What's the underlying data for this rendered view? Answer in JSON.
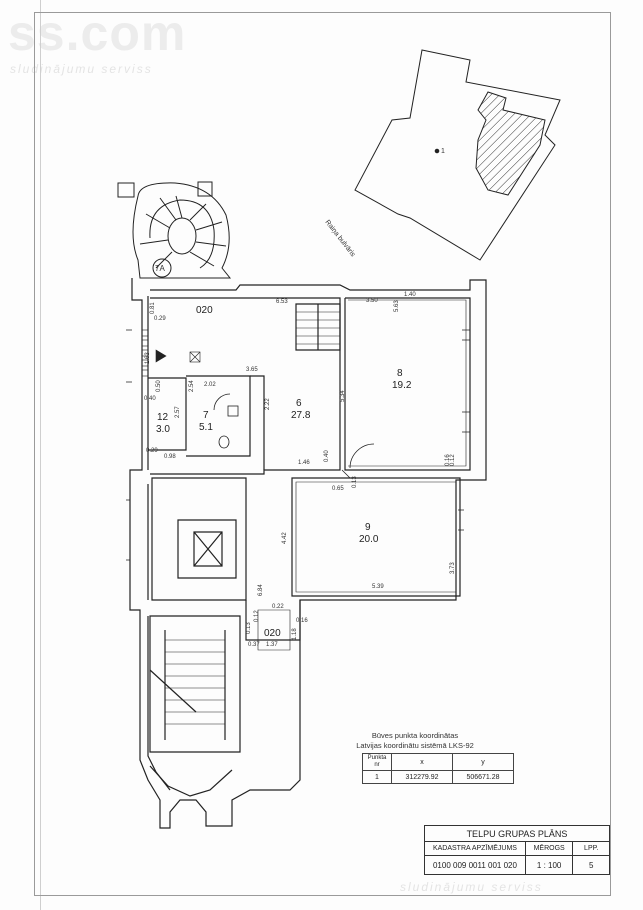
{
  "watermark": {
    "brand": "ss.com",
    "tagline": "sludinājumu serviss"
  },
  "site": {
    "building_marker": "1",
    "street_label": "Raiņa bulvāris"
  },
  "rooms": [
    {
      "id": "020-top",
      "number": "020",
      "area": ""
    },
    {
      "id": "6",
      "number": "6",
      "area": "27.8"
    },
    {
      "id": "7",
      "number": "7",
      "area": "5.1"
    },
    {
      "id": "8",
      "number": "8",
      "area": "19.2"
    },
    {
      "id": "9",
      "number": "9",
      "area": "20.0"
    },
    {
      "id": "12",
      "number": "12",
      "area": "3.0"
    },
    {
      "id": "020-bottom",
      "number": "020",
      "area": ""
    },
    {
      "id": "7A",
      "number": "7A",
      "area": ""
    }
  ],
  "dimensions": [
    "6.53",
    "3.50",
    "5.63",
    "1.40",
    "0.81",
    "0.29",
    "1.63",
    "0.50",
    "0.40",
    "2.02",
    "2.54",
    "3.65",
    "2.57",
    "2.22",
    "5.34",
    "0.98",
    "0.29",
    "1.46",
    "0.40",
    "0.65",
    "0.13",
    "0.12",
    "0.16",
    "4.42",
    "3.73",
    "5.39",
    "6.84",
    "0.22",
    "0.16",
    "1.37",
    "0.37",
    "0.12",
    "1.18",
    "0.13"
  ],
  "coordinates": {
    "caption_line1": "Būves punkta koordinātas",
    "caption_line2": "Latvijas koordinātu sistēmā LKS-92",
    "headers": [
      "Punkta nr",
      "x",
      "y"
    ],
    "row": [
      "1",
      "312279.92",
      "506671.28"
    ]
  },
  "title_block": {
    "title": "TELPU GRUPAS PLĀNS",
    "h_cadastre": "KADASTRA APZĪMĒJUMS",
    "h_scale": "MĒROGS",
    "h_page": "LPP.",
    "cadastre": "0100 009 0011 001 020",
    "scale": "1 : 100",
    "page": "5"
  }
}
